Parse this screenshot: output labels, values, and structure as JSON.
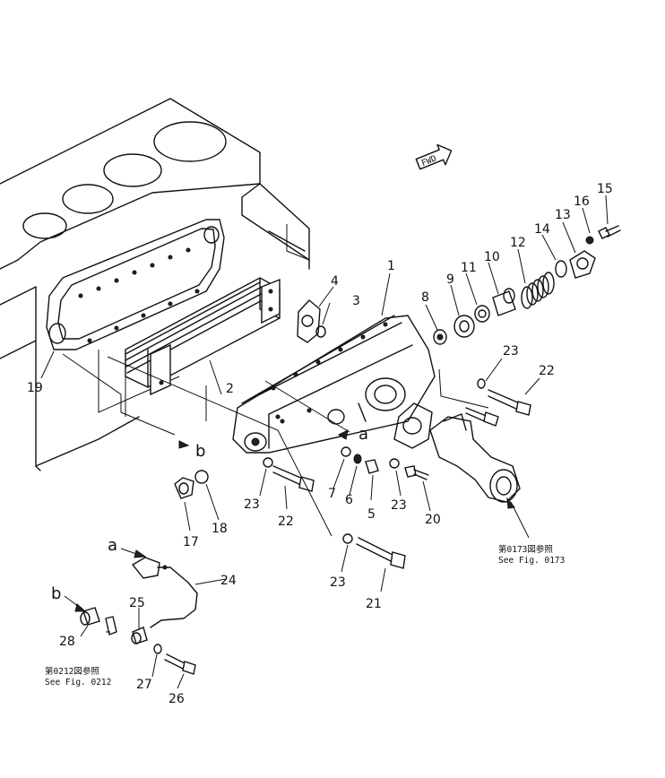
{
  "parts": [
    {
      "id": "1",
      "label": "1"
    },
    {
      "id": "2",
      "label": "2"
    },
    {
      "id": "3",
      "label": "3"
    },
    {
      "id": "4",
      "label": "4"
    },
    {
      "id": "5",
      "label": "5"
    },
    {
      "id": "6",
      "label": "6"
    },
    {
      "id": "7",
      "label": "7"
    },
    {
      "id": "8",
      "label": "8"
    },
    {
      "id": "9",
      "label": "9"
    },
    {
      "id": "10",
      "label": "10"
    },
    {
      "id": "11",
      "label": "11"
    },
    {
      "id": "12",
      "label": "12"
    },
    {
      "id": "13",
      "label": "13"
    },
    {
      "id": "14",
      "label": "14"
    },
    {
      "id": "15",
      "label": "15"
    },
    {
      "id": "16",
      "label": "16"
    },
    {
      "id": "17",
      "label": "17"
    },
    {
      "id": "18",
      "label": "18"
    },
    {
      "id": "19",
      "label": "19"
    },
    {
      "id": "20",
      "label": "20"
    },
    {
      "id": "21",
      "label": "21"
    },
    {
      "id": "22a",
      "label": "22"
    },
    {
      "id": "22b",
      "label": "22"
    },
    {
      "id": "23a",
      "label": "23"
    },
    {
      "id": "23b",
      "label": "23"
    },
    {
      "id": "23c",
      "label": "23"
    },
    {
      "id": "23d",
      "label": "23"
    },
    {
      "id": "24",
      "label": "24"
    },
    {
      "id": "25",
      "label": "25"
    },
    {
      "id": "26",
      "label": "26"
    },
    {
      "id": "27",
      "label": "27"
    },
    {
      "id": "28",
      "label": "28"
    }
  ],
  "connectors": {
    "a_top": "a",
    "b_top": "b",
    "a_bottom": "a",
    "b_bottom": "b"
  },
  "fwd_mark": "FWD",
  "references": {
    "fig0173_jp": "第0173図参照",
    "fig0173_en": "See  Fig. 0173",
    "fig0212_jp": "第0212図参照",
    "fig0212_en": "See  Fig. 0212"
  }
}
